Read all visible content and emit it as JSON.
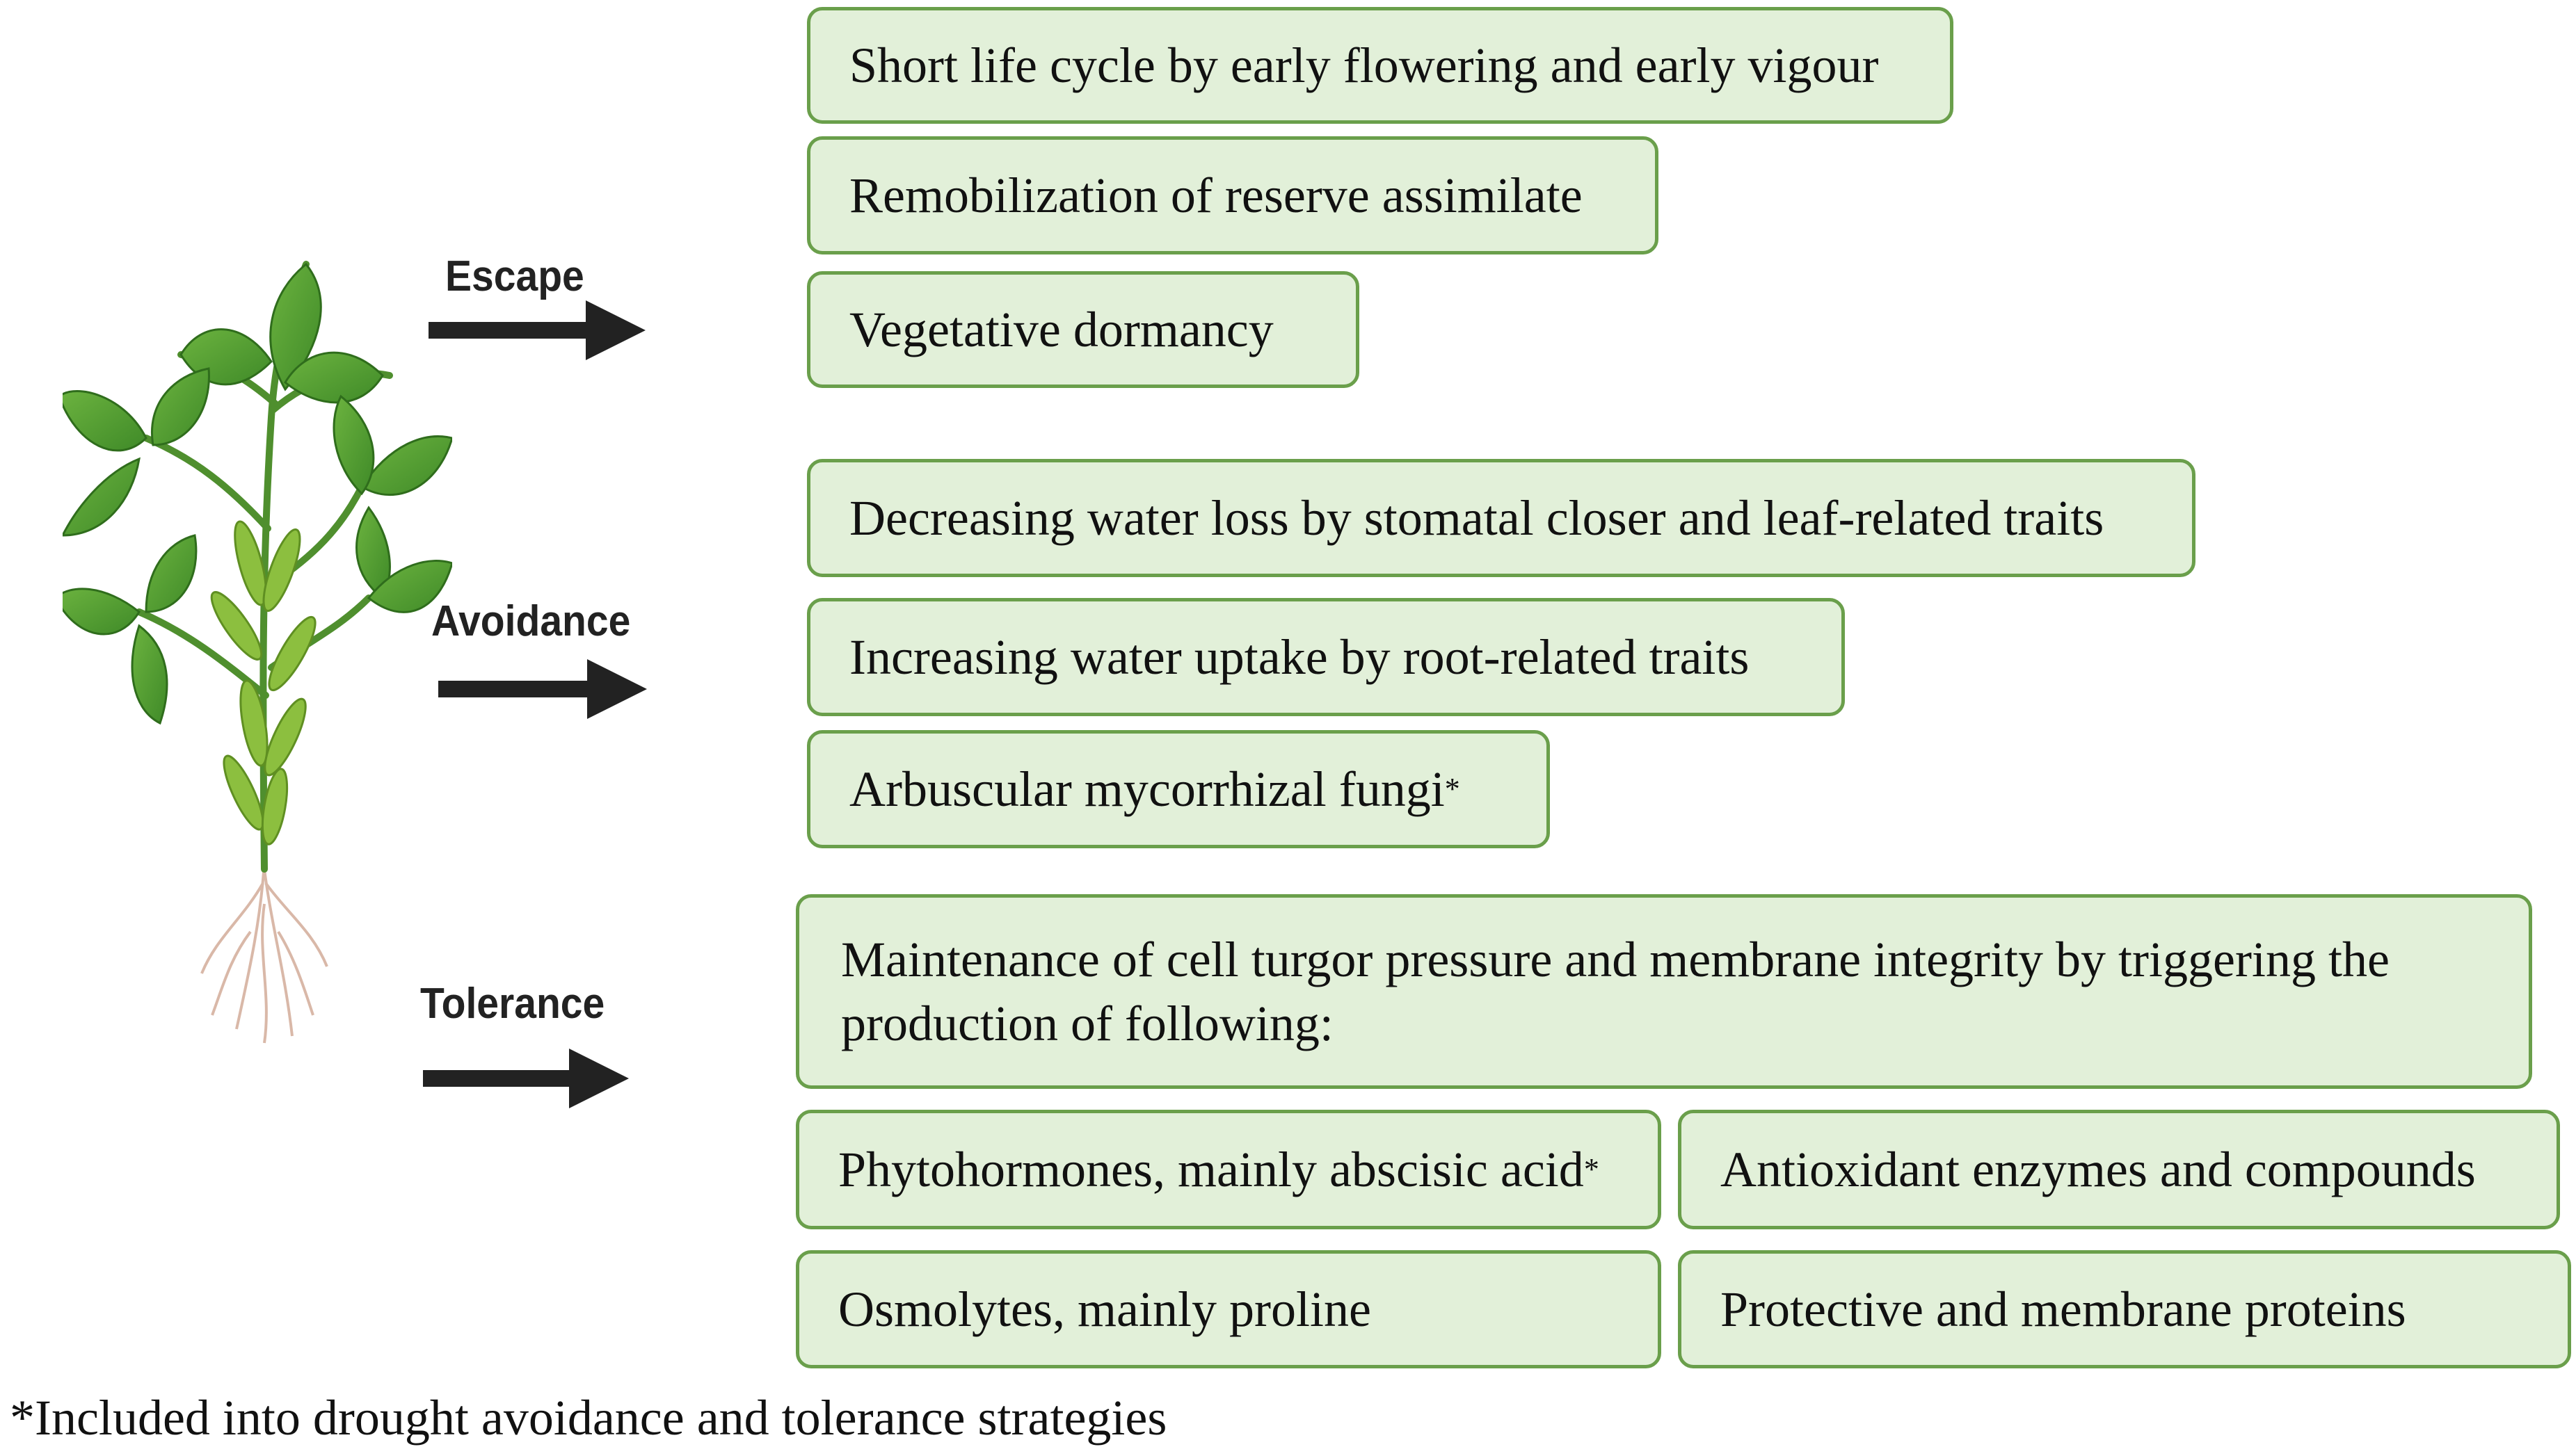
{
  "strategies": {
    "escape": {
      "label": "Escape",
      "items": [
        "Short life cycle by early flowering and early vigour",
        "Remobilization of reserve assimilate",
        "Vegetative dormancy"
      ]
    },
    "avoidance": {
      "label": "Avoidance",
      "items": [
        "Decreasing water loss by stomatal closer and leaf-related traits",
        "Increasing water uptake by root-related traits"
      ],
      "amf": {
        "text": "Arbuscular mycorrhizal fungi",
        "mark": "*"
      }
    },
    "tolerance": {
      "label": "Tolerance",
      "main": "Maintenance of cell turgor pressure and membrane integrity by triggering the production of following:",
      "phytohormones": {
        "text": "Phytohormones, mainly abscisic acid",
        "mark": "*"
      },
      "antioxidant": "Antioxidant enzymes and compounds",
      "osmolytes": "Osmolytes, mainly proline",
      "proteins": "Protective and membrane proteins"
    }
  },
  "footnote": "*Included into drought avoidance and tolerance strategies",
  "colors": {
    "box_fill": "#e2f0d9",
    "box_border": "#6a9f4b",
    "arrow": "#222222",
    "leaf": "#4e9a2e",
    "pod": "#8cbf3f"
  },
  "icons": {
    "plant": "soybean-plant-icon",
    "arrow": "right-arrow-icon"
  }
}
